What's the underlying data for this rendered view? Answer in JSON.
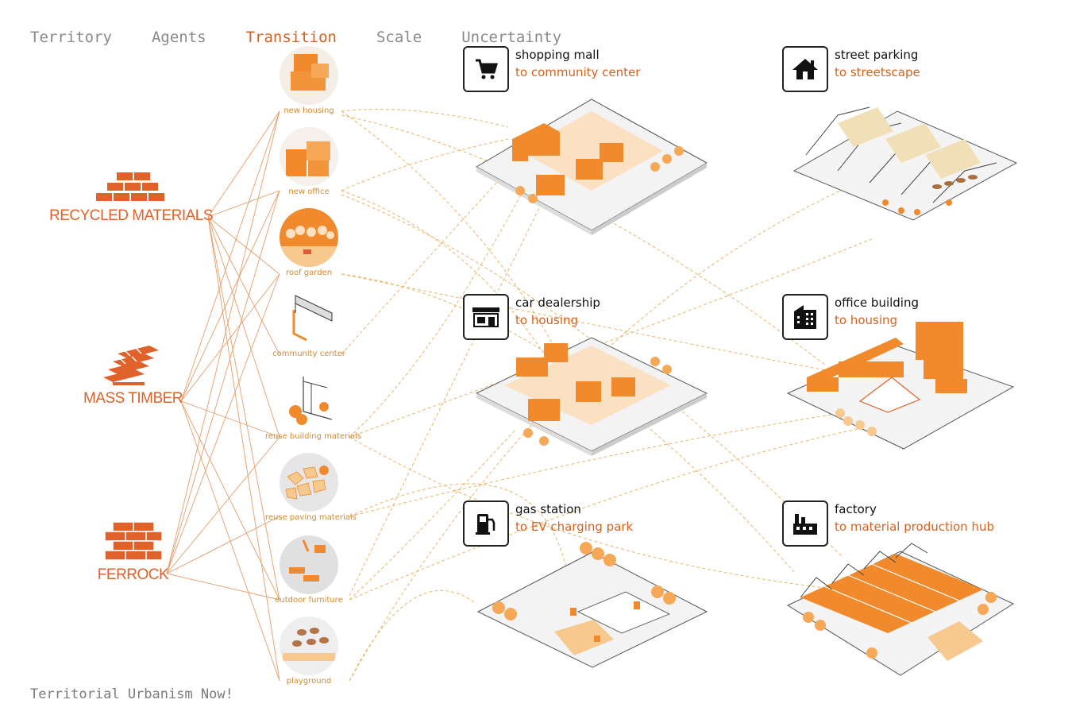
{
  "nav": {
    "items": [
      "Territory",
      "Agents",
      "Transition",
      "Scale",
      "Uncertainty"
    ],
    "active": "Transition"
  },
  "footer": {
    "text": "Territorial Urbanism Now!"
  },
  "materials": [
    {
      "label": "RECYCLED MATERIALS",
      "icon": "brick-icon"
    },
    {
      "label": "MASS TIMBER",
      "icon": "timber-stack-icon"
    },
    {
      "label": "FERROCK",
      "icon": "ferrock-block-icon"
    }
  ],
  "interventions": [
    {
      "label": "new housing"
    },
    {
      "label": "new office"
    },
    {
      "label": "roof garden"
    },
    {
      "label": "community center"
    },
    {
      "label": "reuse building materials"
    },
    {
      "label": "reuse paving materials"
    },
    {
      "label": "outdoor furniture"
    },
    {
      "label": "playground"
    }
  ],
  "sites": [
    {
      "from": "shopping mall",
      "to": "to community center",
      "icon": "shopping-cart-icon"
    },
    {
      "from": "street parking",
      "to": "to streetscape",
      "icon": "house-icon"
    },
    {
      "from": "car dealership",
      "to": "to housing",
      "icon": "storefront-icon"
    },
    {
      "from": "office building",
      "to": "to housing",
      "icon": "office-building-icon"
    },
    {
      "from": "gas station",
      "to": "to EV charging park",
      "icon": "fuel-pump-icon"
    },
    {
      "from": "factory",
      "to": "to material production hub",
      "icon": "factory-icon"
    }
  ],
  "colors": {
    "accent": "#d4621f",
    "orange": "#f08a2c",
    "light_orange": "#f7c98f",
    "dash": "#eab56a"
  }
}
